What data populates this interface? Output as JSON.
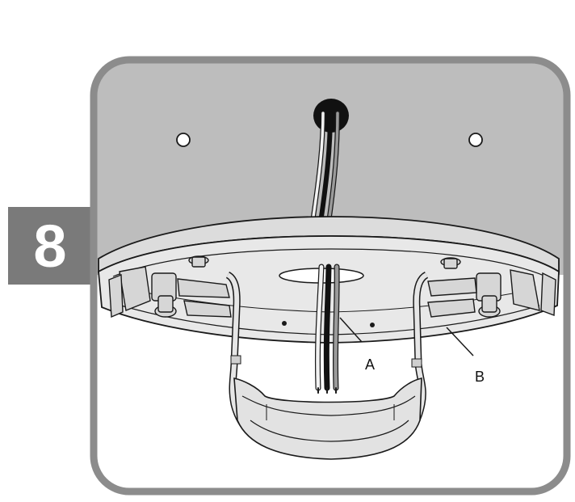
{
  "step": {
    "number": "8"
  },
  "callouts": {
    "a": "A",
    "b": "B"
  },
  "colors": {
    "frame_border": "#8c8c8c",
    "ceiling": "#bdbdbd",
    "step_badge": "#7a7a7a",
    "wire_black": "#1a1a1a",
    "wire_white": "#f2f2f2",
    "wire_gray": "#9a9a9a"
  }
}
